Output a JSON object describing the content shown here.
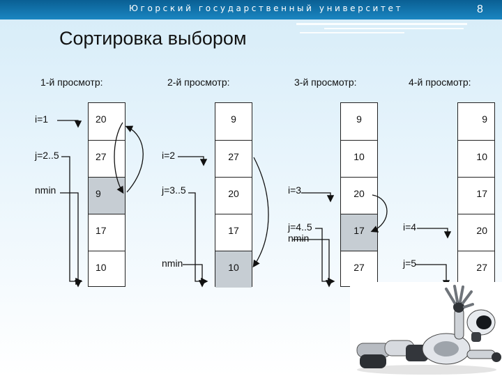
{
  "header": {
    "university": "Югорский государственный университет",
    "page_number": "8"
  },
  "title": "Сортировка выбором",
  "passes": [
    {
      "header": "1-й просмотр:",
      "cells": [
        "20",
        "27",
        "9",
        "17",
        "10"
      ],
      "highlight": 2,
      "align": "left",
      "labels": [
        "i=1",
        "j=2..5",
        "nmin"
      ]
    },
    {
      "header": "2-й просмотр:",
      "cells": [
        "9",
        "27",
        "20",
        "17",
        "10"
      ],
      "highlight": 4,
      "align": "center",
      "labels": [
        "i=2",
        "j=3..5",
        "nmin"
      ]
    },
    {
      "header": "3-й просмотр:",
      "cells": [
        "9",
        "10",
        "20",
        "17",
        "27"
      ],
      "highlight": 3,
      "align": "center",
      "labels": [
        "i=3",
        "j=4..5",
        "nmin"
      ]
    },
    {
      "header": "4-й просмотр:",
      "cells": [
        "9",
        "10",
        "17",
        "20",
        "27"
      ],
      "highlight": -1,
      "align": "right",
      "labels": [
        "i=4",
        "j=5"
      ]
    }
  ],
  "colors": {
    "topbar": "#0f6fa8",
    "highlight": "#c6cdd3",
    "background": "#dcefff"
  }
}
